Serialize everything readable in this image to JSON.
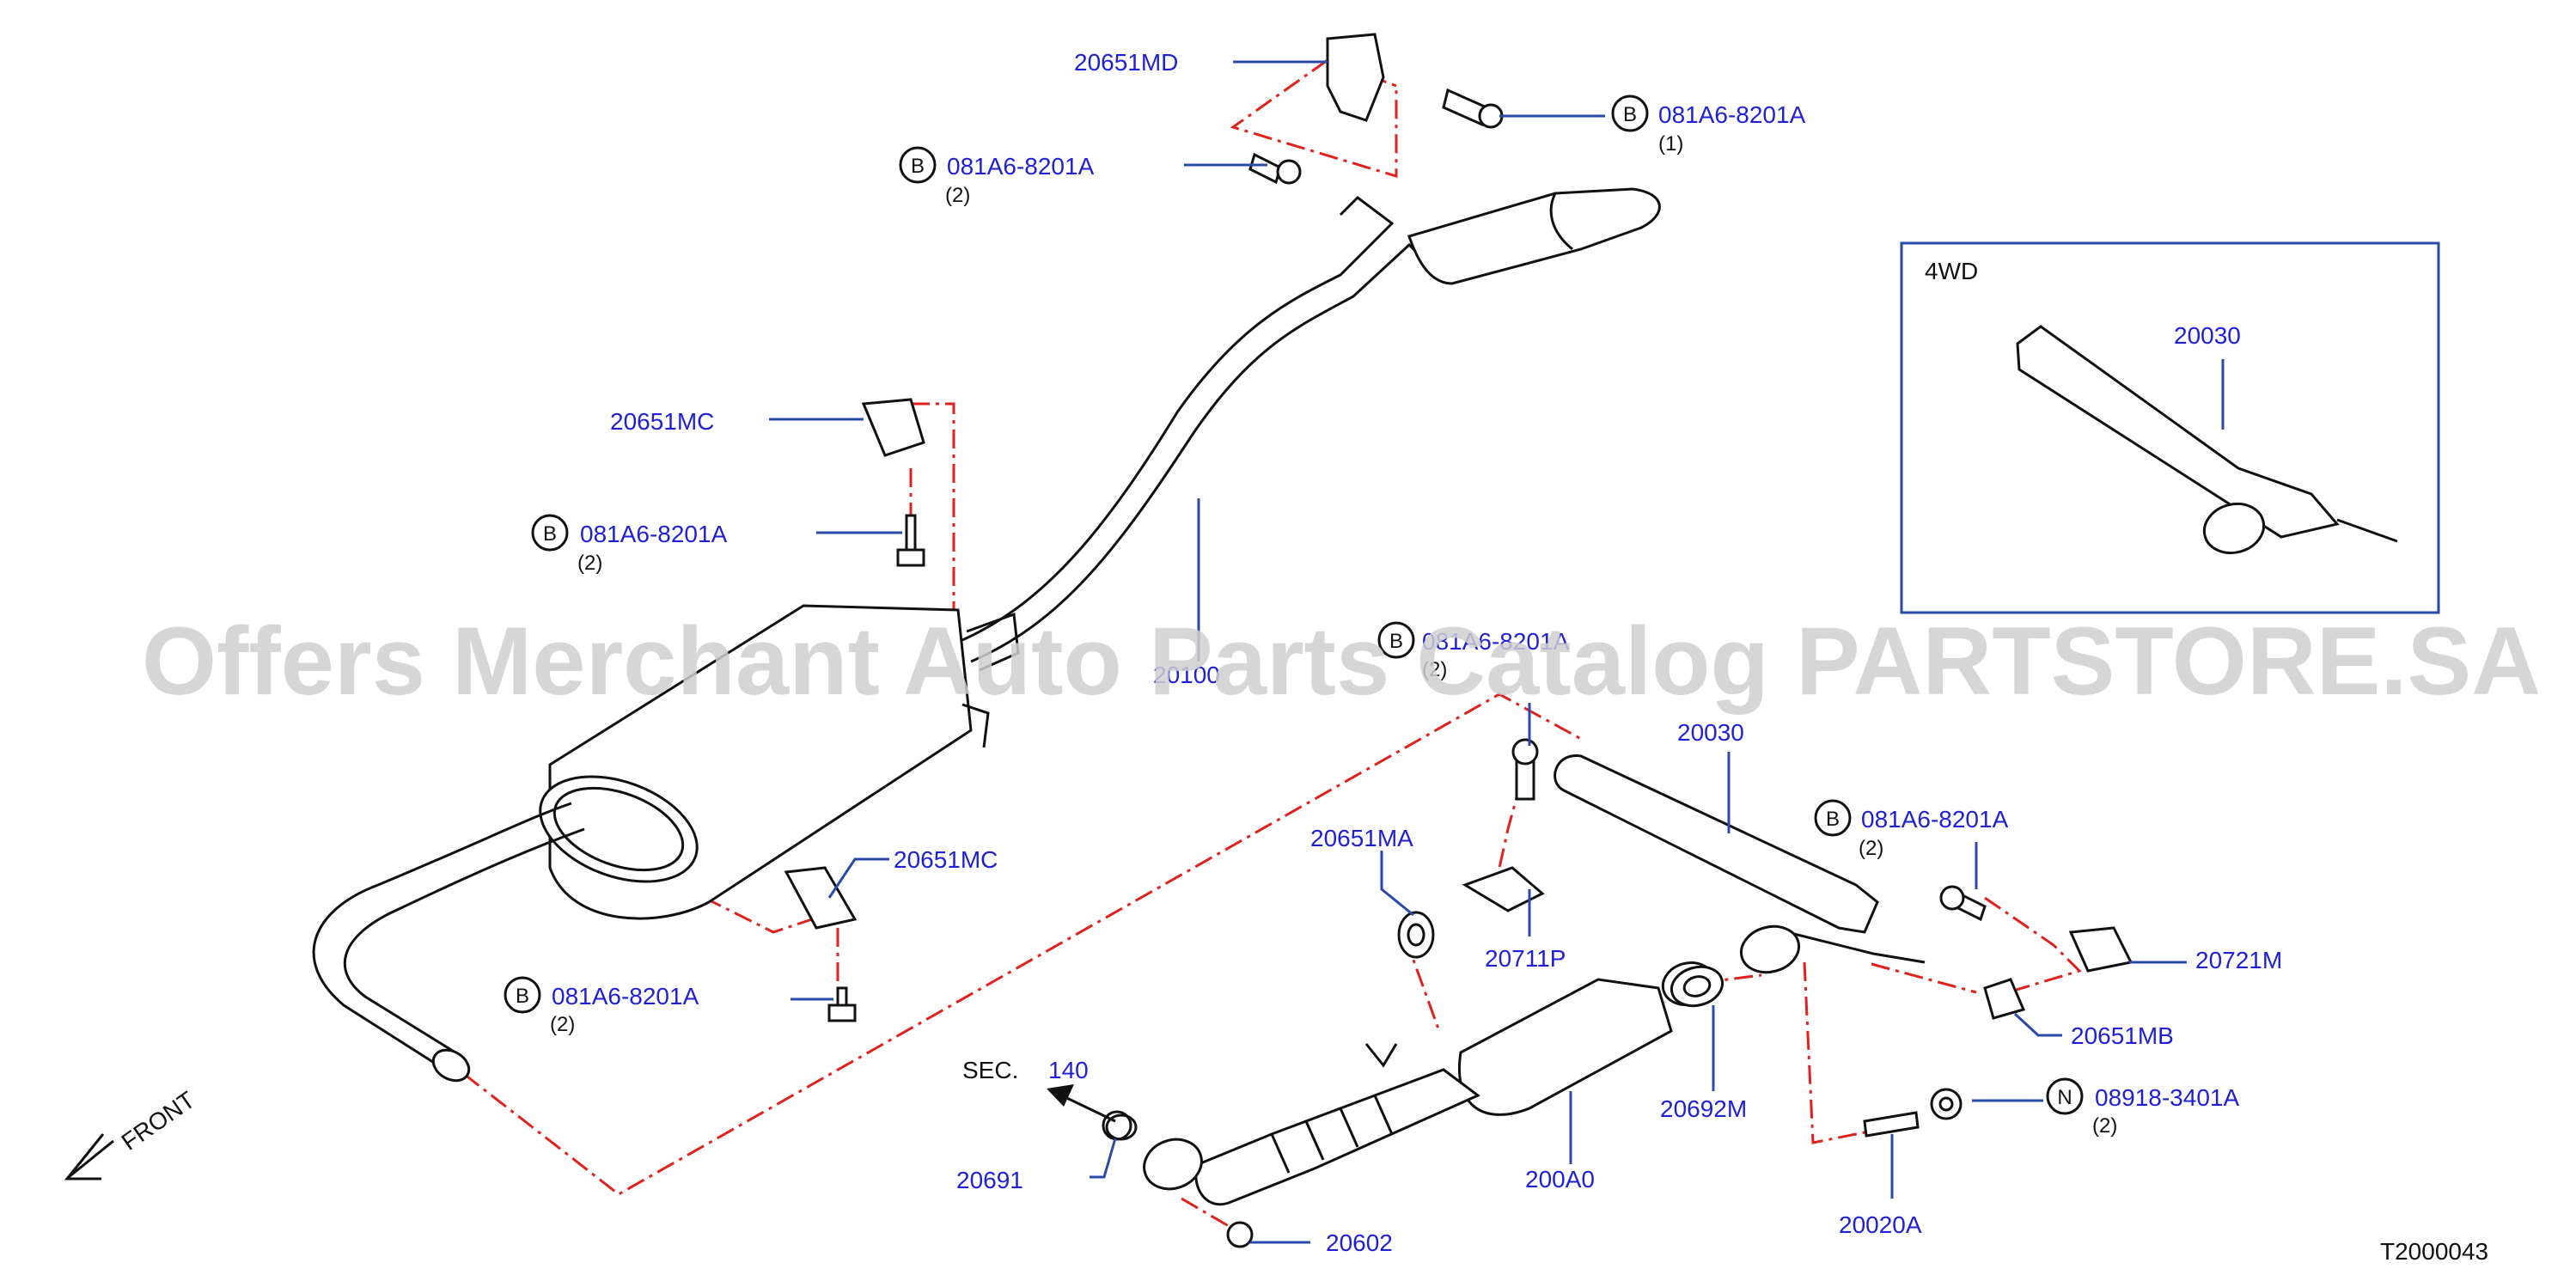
{
  "labels": {
    "p20651MD": "20651MD",
    "p20651MC_top": "20651MC",
    "p20651MC_low": "20651MC",
    "p20100": "20100",
    "p20651MA": "20651MA",
    "p20711P": "20711P",
    "p20030_main": "20030",
    "p20030_4wd": "20030",
    "p20721M": "20721M",
    "p20651MB": "20651MB",
    "p20692M": "20692M",
    "p200A0": "200A0",
    "p20691": "20691",
    "p20602": "20602",
    "p20020A": "20020A",
    "sec_prefix": "SEC.",
    "sec_number": "140",
    "front": "FRONT",
    "box_title": "4WD",
    "drawing_code": "T2000043"
  },
  "fasteners": [
    {
      "letter": "B",
      "part": "081A6-8201A",
      "qty": "(1)"
    },
    {
      "letter": "B",
      "part": "081A6-8201A",
      "qty": "(2)"
    },
    {
      "letter": "B",
      "part": "081A6-8201A",
      "qty": "(2)"
    },
    {
      "letter": "B",
      "part": "081A6-8201A",
      "qty": "(2)"
    },
    {
      "letter": "B",
      "part": "081A6-8201A",
      "qty": "(2)"
    },
    {
      "letter": "B",
      "part": "081A6-8201A",
      "qty": "(2)"
    },
    {
      "letter": "N",
      "part": "08918-3401A",
      "qty": "(2)"
    }
  ],
  "watermark": "Offers Merchant Auto Parts Catalog PARTSTORE.SA",
  "colors": {
    "part_label": "#1f1fd6",
    "leader": "#2a4aa8",
    "dash_line": "#e0221e",
    "outline": "#111111"
  }
}
